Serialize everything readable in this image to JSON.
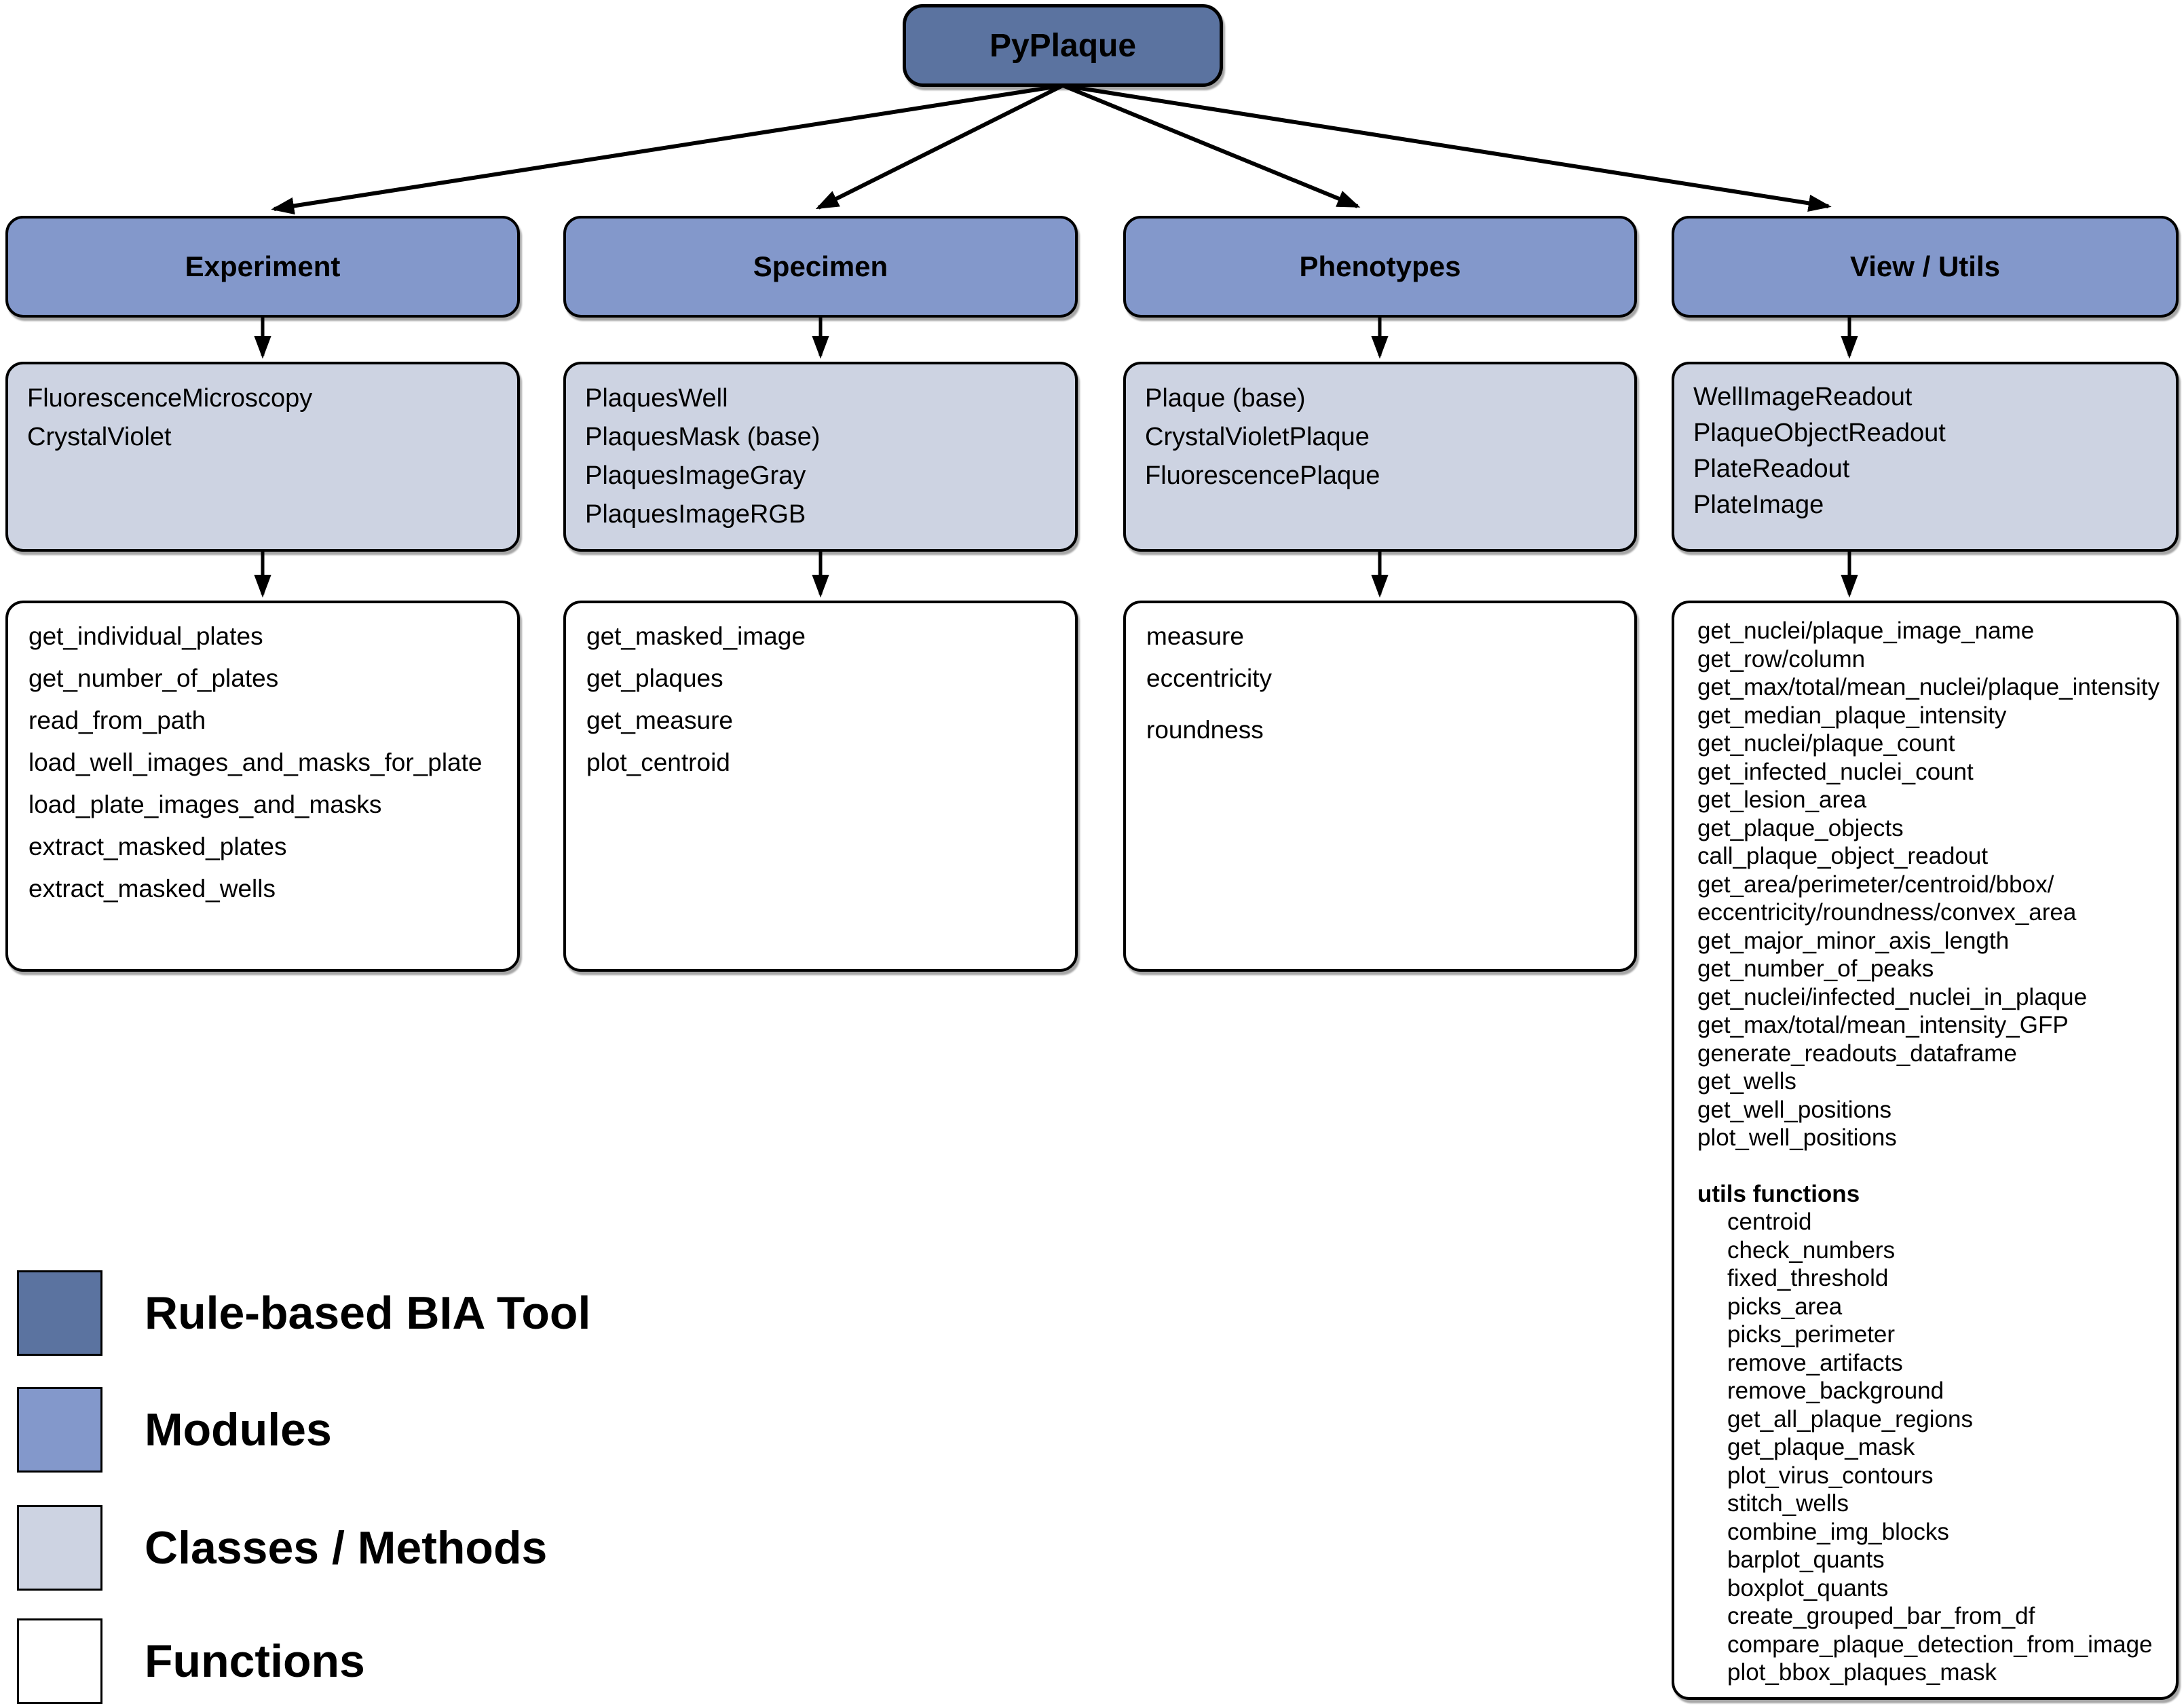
{
  "root": {
    "label": "PyPlaque"
  },
  "colors": {
    "tool": "#5b73a0",
    "module": "#8398cb",
    "classes": "#cdd3e2",
    "functions": "#ffffff"
  },
  "columns": [
    {
      "title": "Experiment",
      "classes": [
        "FluorescenceMicroscopy",
        "CrystalViolet"
      ],
      "functions": [
        "get_individual_plates",
        "get_number_of_plates",
        "read_from_path",
        "load_well_images_and_masks_for_plate",
        "load_plate_images_and_masks",
        "extract_masked_plates",
        "extract_masked_wells"
      ]
    },
    {
      "title": "Specimen",
      "classes": [
        "PlaquesWell",
        "PlaquesMask (base)",
        "PlaquesImageGray",
        "PlaquesImageRGB"
      ],
      "functions": [
        "get_masked_image",
        "get_plaques",
        "get_measure",
        "plot_centroid"
      ]
    },
    {
      "title": "Phenotypes",
      "classes": [
        "Plaque (base)",
        "CrystalVioletPlaque",
        "FluorescencePlaque"
      ],
      "functions": [
        "measure",
        "eccentricity",
        "roundness"
      ]
    },
    {
      "title": "View / Utils",
      "classes": [
        "WellImageReadout",
        "PlaqueObjectReadout",
        "PlateReadout",
        "PlateImage"
      ],
      "functions": [
        "get_nuclei/plaque_image_name",
        "get_row/column",
        "get_max/total/mean_nuclei/plaque_intensity",
        "get_median_plaque_intensity",
        "get_nuclei/plaque_count",
        "get_infected_nuclei_count",
        "get_lesion_area",
        "get_plaque_objects",
        "call_plaque_object_readout",
        "get_area/perimeter/centroid/bbox/",
        "eccentricity/roundness/convex_area",
        "get_major_minor_axis_length",
        "get_number_of_peaks",
        "get_nuclei/infected_nuclei_in_plaque",
        "get_max/total/mean_intensity_GFP",
        "generate_readouts_dataframe",
        "get_wells",
        "get_well_positions",
        "plot_well_positions"
      ],
      "utils_header": "utils functions",
      "utils_functions": [
        "centroid",
        "check_numbers",
        "fixed_threshold",
        "picks_area",
        "picks_perimeter",
        "remove_artifacts",
        "remove_background",
        "get_all_plaque_regions",
        "get_plaque_mask",
        "plot_virus_contours",
        "stitch_wells",
        "combine_img_blocks",
        "barplot_quants",
        "boxplot_quants",
        "create_grouped_bar_from_df",
        "compare_plaque_detection_from_image",
        "plot_bbox_plaques_mask"
      ]
    }
  ],
  "legend": {
    "items": [
      {
        "label": "Rule-based BIA Tool",
        "color": "#5b73a0"
      },
      {
        "label": "Modules",
        "color": "#8398cb"
      },
      {
        "label": "Classes / Methods",
        "color": "#cdd3e2"
      },
      {
        "label": "Functions",
        "color": "#ffffff"
      }
    ]
  }
}
